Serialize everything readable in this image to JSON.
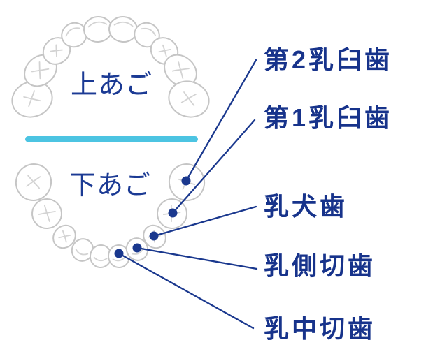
{
  "colors": {
    "navy": "#1a388e",
    "teal_bar": "#4cc4e2",
    "tooth_outline": "#c5c5c5",
    "tooth_mark": "#d3d3d3",
    "background": "#ffffff"
  },
  "diagram": {
    "upper_jaw_label": "上あご",
    "lower_jaw_label": "下あご",
    "tooth_labels": [
      {
        "id": "second-primary-molar",
        "text": "第2乳臼歯"
      },
      {
        "id": "first-primary-molar",
        "text": "第1乳臼歯"
      },
      {
        "id": "primary-canine",
        "text": "乳犬歯"
      },
      {
        "id": "primary-lateral-incisor",
        "text": "乳側切歯"
      },
      {
        "id": "primary-central-incisor",
        "text": "乳中切歯"
      }
    ]
  }
}
